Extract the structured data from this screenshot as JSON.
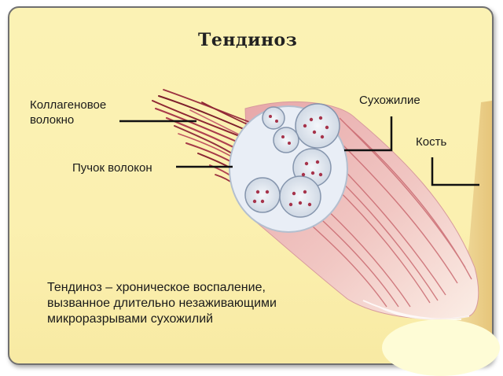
{
  "title": "Тендиноз",
  "labels": {
    "collagen_fiber_line1": "Коллагеновое",
    "collagen_fiber_line2": "волокно",
    "fiber_bundle": "Пучок волокон",
    "tendon": "Сухожилие",
    "bone": "Кость"
  },
  "caption": {
    "line1": "Тендиноз – хроническое воспаление,",
    "line2": "вызванное длительно незаживающими",
    "line3": "микроразрывами сухожилий"
  },
  "colors": {
    "background": "#fbf2b4",
    "tendon_red": "#b5404a",
    "bone": "#efd48e",
    "leader_line": "#111111"
  }
}
